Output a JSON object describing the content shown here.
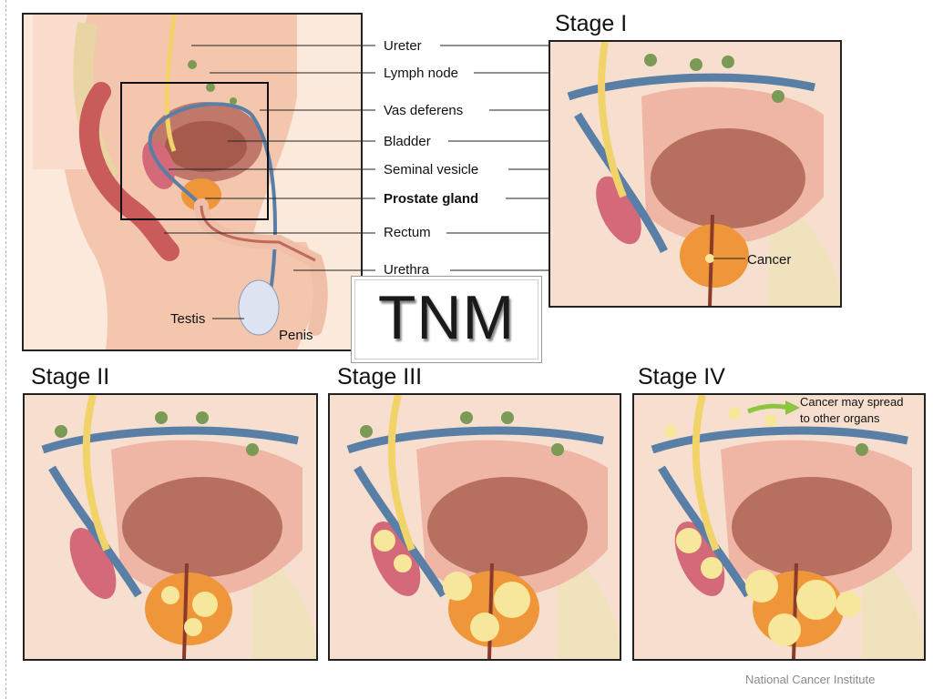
{
  "main_diagram": {
    "labels": {
      "ureter": "Ureter",
      "lymph_node": "Lymph node",
      "vas_deferens": "Vas deferens",
      "bladder": "Bladder",
      "seminal_vesicle": "Seminal vesicle",
      "prostate_gland": "Prostate gland",
      "rectum": "Rectum",
      "urethra": "Urethra",
      "testis": "Testis",
      "penis": "Penis"
    }
  },
  "stages": [
    {
      "title": "Stage I",
      "annotation": "Cancer"
    },
    {
      "title": "Stage II"
    },
    {
      "title": "Stage III"
    },
    {
      "title": "Stage IV",
      "annotation_line1": "Cancer may spread",
      "annotation_line2": "to other organs"
    }
  ],
  "overlay": {
    "text": "TNM"
  },
  "credit": "National Cancer Institute",
  "colors": {
    "bladder": "#b56d5e",
    "prostate": "#f0963a",
    "vas_deferens": "#5a7fa6",
    "ureter": "#f2d36a",
    "lymph_node": "#7a9a55",
    "tumor": "#f7e79a",
    "seminal_vesicle": "#d4697a"
  }
}
